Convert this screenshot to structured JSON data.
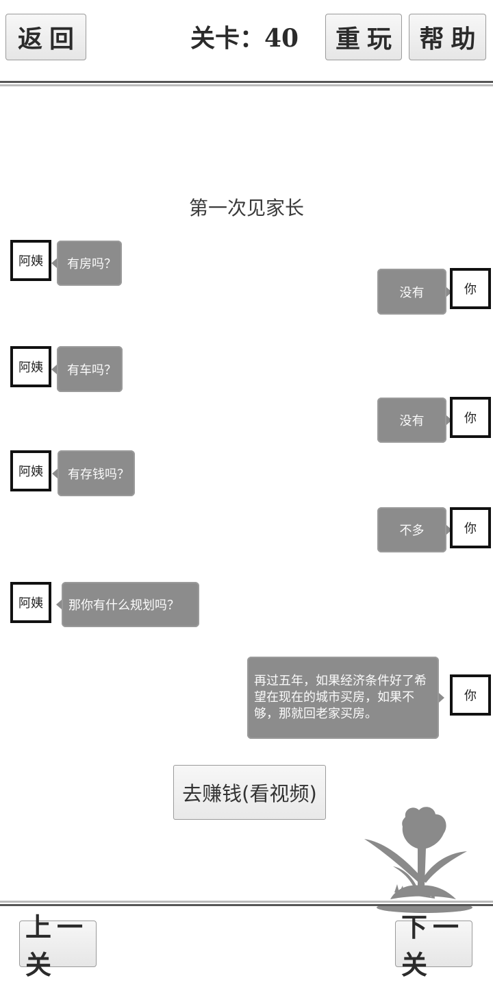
{
  "header": {
    "back_label": "返回",
    "level_label": "关卡：40",
    "replay_label": "重玩",
    "help_label": "帮助"
  },
  "scene": {
    "title": "第一次见家长"
  },
  "dialog": [
    {
      "speaker": "阿姨",
      "text": "有房吗？"
    },
    {
      "speaker": "你",
      "text": "没有"
    },
    {
      "speaker": "阿姨",
      "text": "有车吗？"
    },
    {
      "speaker": "你",
      "text": "没有"
    },
    {
      "speaker": "阿姨",
      "text": "有存钱吗？"
    },
    {
      "speaker": "你",
      "text": "不多"
    },
    {
      "speaker": "阿姨",
      "text": "那你有什么规划吗？"
    },
    {
      "speaker": "你",
      "text": "再过五年，如果经济条件好了希望在现在的城市买房，如果不够，那就回老家买房。"
    }
  ],
  "action": {
    "earn_label": "去赚钱(看视频)"
  },
  "footer": {
    "prev_label": "上一关",
    "next_label": "下一关"
  },
  "colors": {
    "bubble": "#8c8c8c",
    "avatar_border": "#111111",
    "divider": "#555555"
  },
  "icons": {
    "decoration": "flower-silhouette-icon"
  }
}
